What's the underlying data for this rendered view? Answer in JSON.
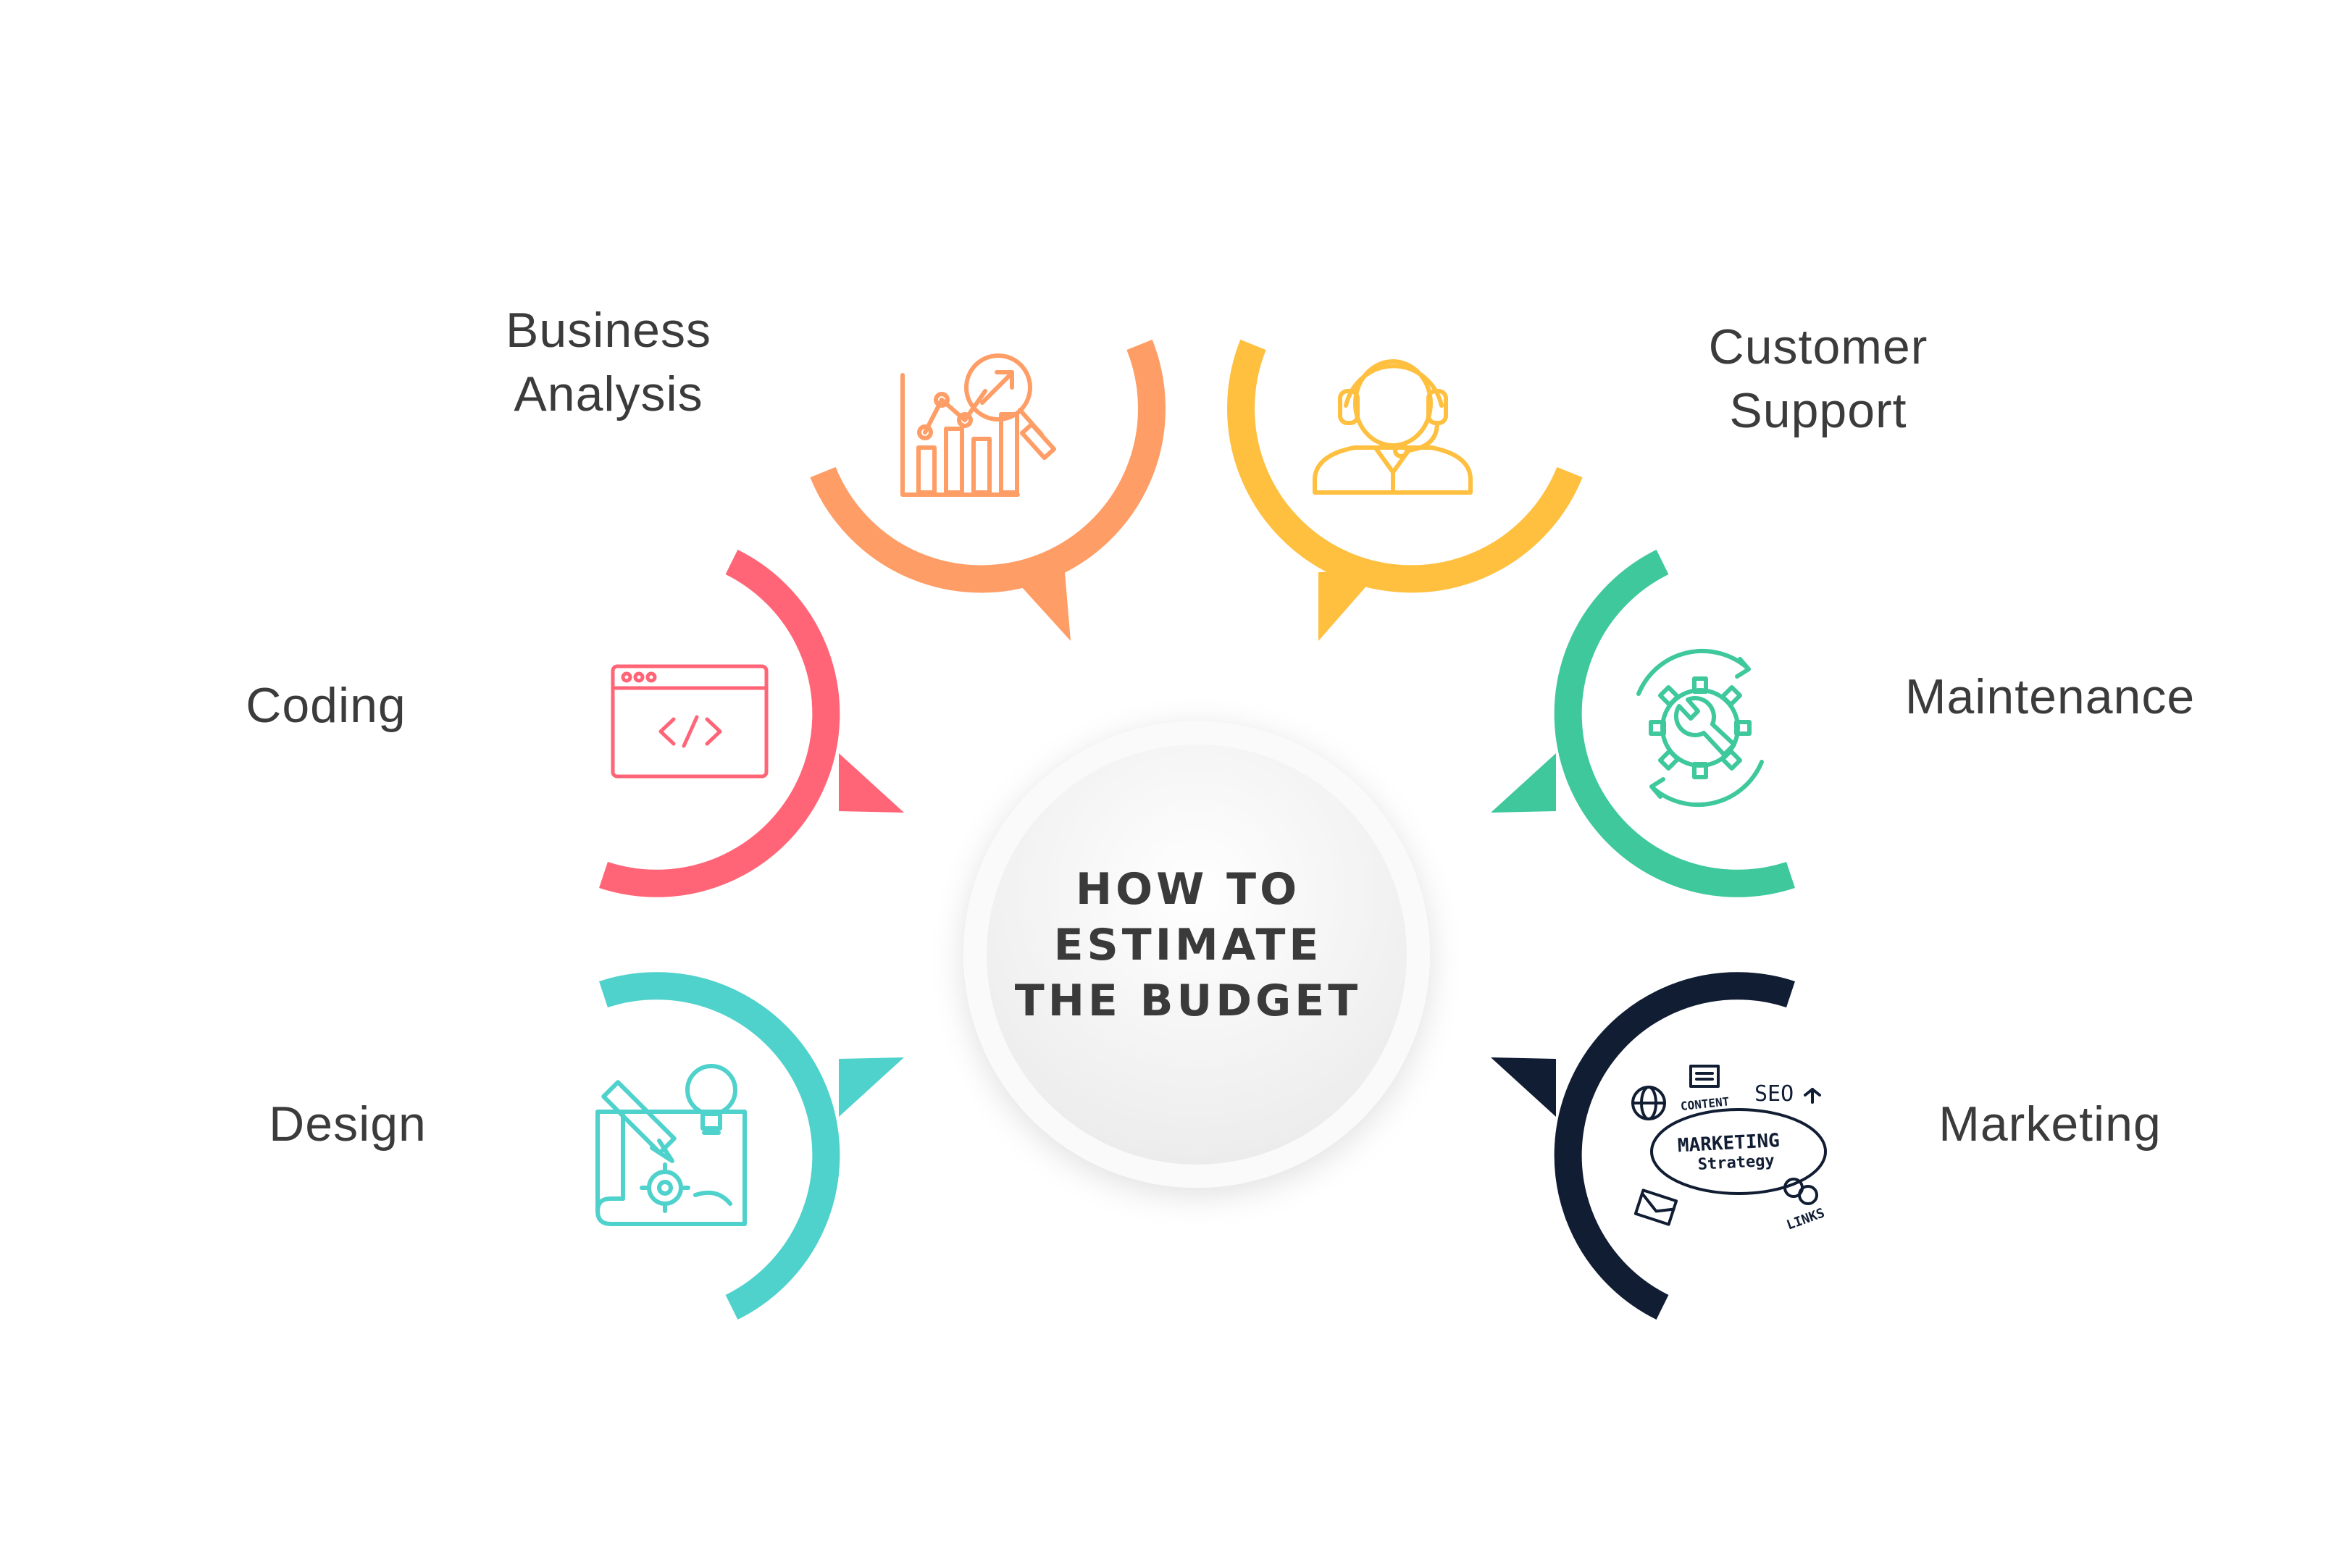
{
  "center": {
    "lines": [
      "HOW TO",
      "ESTIMATE",
      "THE BUDGET"
    ]
  },
  "steps": [
    {
      "id": "business-analysis",
      "lines": [
        "Business",
        "Analysis"
      ],
      "color": "#ff9d66",
      "icon": "analytics-chart-icon"
    },
    {
      "id": "customer-support",
      "lines": [
        "Customer",
        "Support"
      ],
      "color": "#ffbf3f",
      "icon": "headset-support-icon"
    },
    {
      "id": "coding",
      "lines": [
        "Coding"
      ],
      "color": "#ff6577",
      "icon": "code-window-icon"
    },
    {
      "id": "maintenance",
      "lines": [
        "Maintenance"
      ],
      "color": "#3ec89c",
      "icon": "gear-wrench-icon"
    },
    {
      "id": "design",
      "lines": [
        "Design"
      ],
      "color": "#4fd1cc",
      "icon": "design-blueprint-icon"
    },
    {
      "id": "marketing",
      "lines": [
        "Marketing"
      ],
      "color": "#111d33",
      "icon": "marketing-strategy-icon"
    }
  ],
  "marketing_icon_words": {
    "content": "CONTENT",
    "seo": "SEO",
    "marketing": "MARKETING",
    "strategy": "Strategy",
    "links": "LINKS"
  }
}
